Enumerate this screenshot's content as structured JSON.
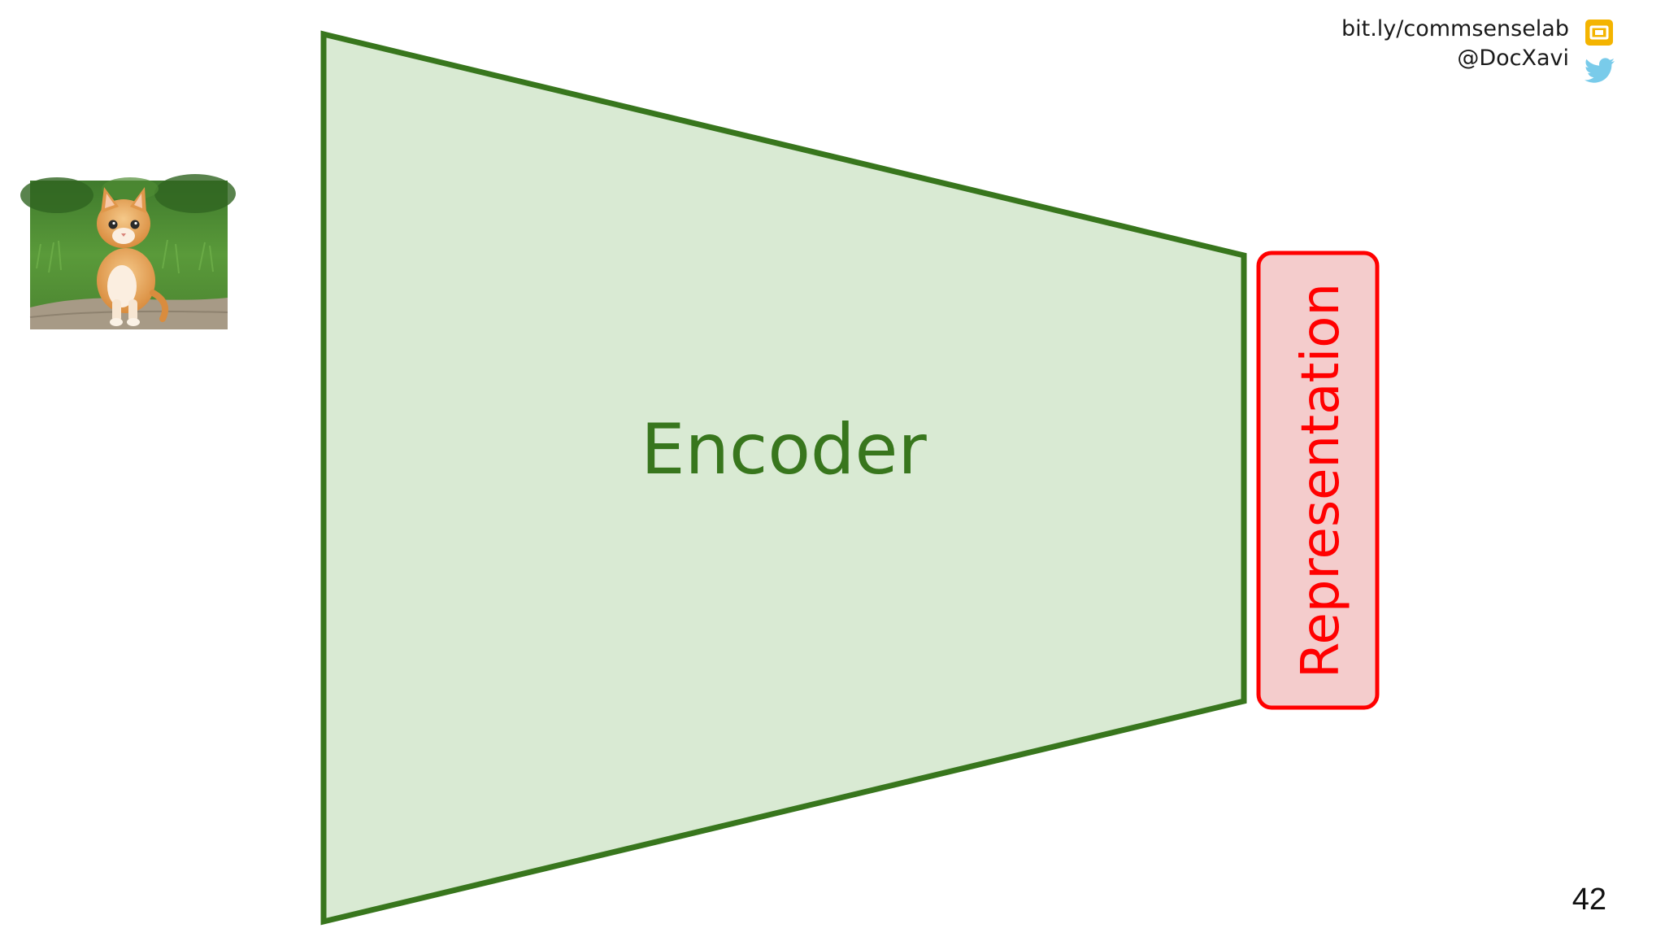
{
  "header": {
    "link_text": "bit.ly/commsenselab",
    "handle_text": "@DocXavi",
    "slides_icon": "google-slides-icon",
    "twitter_icon": "twitter-bird-icon"
  },
  "diagram": {
    "encoder_label": "Encoder",
    "representation_label": "Representation",
    "input_image": "kitten-photo",
    "encoder_fill": "#d9ead3",
    "encoder_stroke": "#38761d",
    "encoder_text_color": "#38761d",
    "representation_fill": "#f4cccc",
    "representation_stroke": "#ff0000",
    "representation_text_color": "#ff0000"
  },
  "footer": {
    "page_number": "42"
  }
}
